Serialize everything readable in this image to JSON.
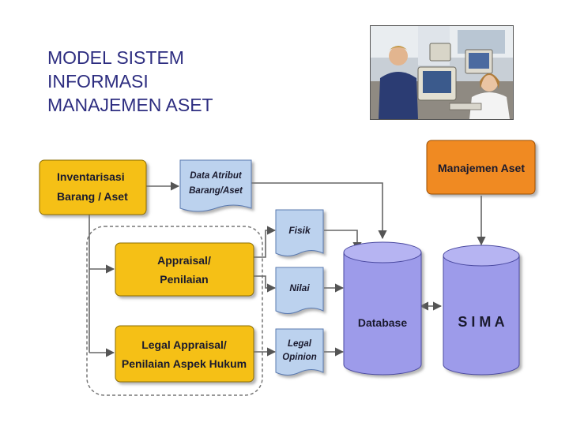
{
  "title": {
    "line1": "MODEL SISTEM",
    "line2": "INFORMASI",
    "line3": "MANAJEMEN ASET"
  },
  "photo": {
    "icon": "office-computer-users-photo"
  },
  "boxes": {
    "inventarisasi": {
      "line1": "Inventarisasi",
      "line2": "Barang / Aset"
    },
    "appraisal": {
      "line1": "Appraisal/",
      "line2": "Penilaian"
    },
    "legal": {
      "line1": "Legal Appraisal/",
      "line2": "Penilaian Aspek Hukum"
    },
    "manajemen": {
      "label": "Manajemen Aset"
    }
  },
  "documents": {
    "data_atribut": {
      "line1": "Data Atribut",
      "line2": "Barang/Aset"
    },
    "fisik": {
      "label": "Fisik"
    },
    "nilai": {
      "label": "Nilai"
    },
    "legal_opinion": {
      "line1": "Legal",
      "line2": "Opinion"
    }
  },
  "databases": {
    "database": {
      "label": "Database"
    },
    "sima": {
      "label": "S I M A"
    }
  },
  "colors": {
    "yellow": "#f5c018",
    "orange": "#f08a24",
    "doc_blue": "#bcd2ee",
    "cylinder": "#9d9bea",
    "title": "#2d2d80"
  }
}
